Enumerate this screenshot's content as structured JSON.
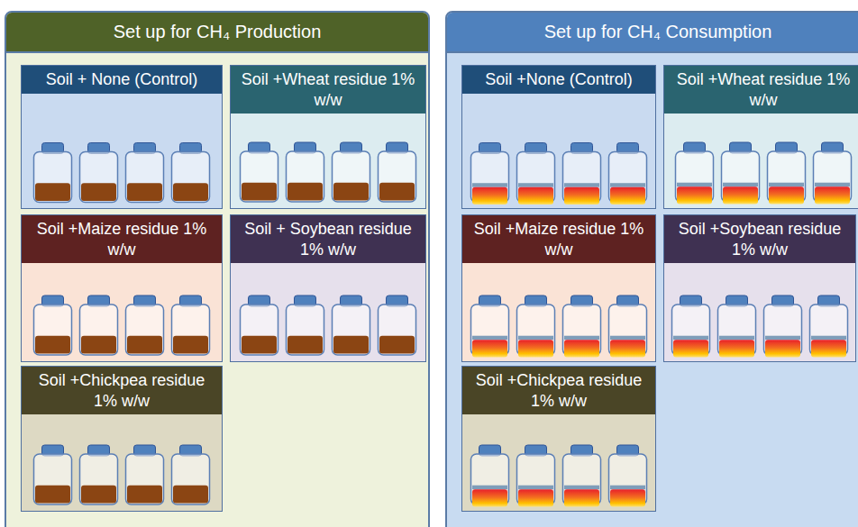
{
  "diagram": {
    "nodes": [
      {
        "text": [
          "Set up for CH₄ Production"
        ]
      },
      {
        "text": [
          "Soil + None (Control)"
        ],
        "in": 0
      },
      {
        "text": [
          "Soil +Wheat residue 1% w/w"
        ],
        "in": 0
      },
      {
        "text": [
          "Soil +Maize residue 1% w/w"
        ],
        "in": 0
      },
      {
        "text": [
          "Soil + Soybean residue 1% w/w"
        ],
        "in": 0
      },
      {
        "text": [
          "Soil +Chickpea residue 1% w/w"
        ],
        "in": 0
      },
      {
        "text": [
          "Set up for CH₄ Consumption"
        ]
      },
      {
        "text": [
          "Soil +None (Control)"
        ],
        "in": 6
      },
      {
        "text": [
          "Soil +Wheat residue 1% w/w"
        ],
        "in": 6
      },
      {
        "text": [
          "Soil +Maize residue 1% w/w"
        ],
        "in": 6
      },
      {
        "text": [
          "Soil +Soybean residue 1% w/w"
        ],
        "in": 6
      },
      {
        "text": [
          "Soil +Chickpea residue 1% w/w"
        ],
        "in": 6
      }
    ]
  }
}
